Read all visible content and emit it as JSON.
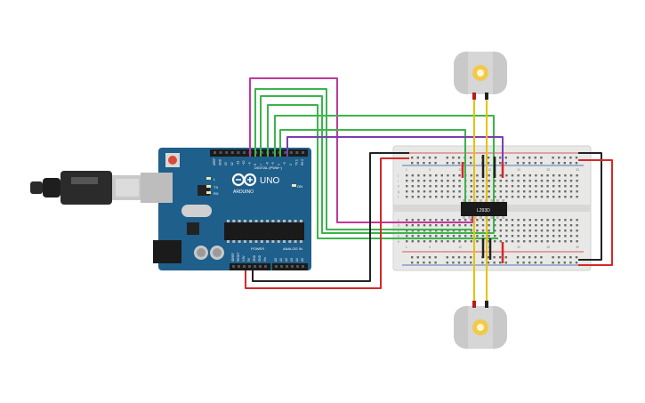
{
  "board": {
    "brand": "ARDUINO",
    "model": "UNO",
    "on_label": "ON",
    "tx_label": "TX",
    "rx_label": "RX",
    "l_label": "L",
    "digital_header": "DIGITAL (PWM~)",
    "power_header": "POWER",
    "analog_header": "ANALOG IN",
    "top_pins": [
      "AREF",
      "GND",
      "13",
      "12",
      "~11",
      "~10",
      "~9",
      "8",
      "7",
      "~6",
      "~5",
      "4",
      "~3",
      "2",
      "TX 1",
      "RX 0"
    ],
    "power_pins": [
      "IOREF",
      "RESET",
      "3.3V",
      "5V",
      "GND",
      "GND",
      "Vin"
    ],
    "analog_pins": [
      "A0",
      "A1",
      "A2",
      "A3",
      "A4",
      "A5"
    ]
  },
  "ic": {
    "label": "L293D"
  },
  "breadboard": {
    "top_numbers": [
      "1",
      "5",
      "10",
      "15",
      "20",
      "25",
      "30"
    ],
    "bottom_numbers": [
      "1",
      "5",
      "10",
      "15",
      "20",
      "25",
      "30"
    ],
    "row_letters_top": [
      "j",
      "i",
      "h",
      "g",
      "f"
    ],
    "row_letters_bottom": [
      "e",
      "d",
      "c",
      "b",
      "a"
    ]
  },
  "colors": {
    "board": "#1f5f8b",
    "wire_green": "#3cb44b",
    "wire_magenta": "#c2389a",
    "wire_purple": "#7a3fb0",
    "wire_red": "#d62828",
    "wire_black": "#222222",
    "wire_yellow": "#e6c100",
    "breadboard": "#e8e8e6"
  }
}
